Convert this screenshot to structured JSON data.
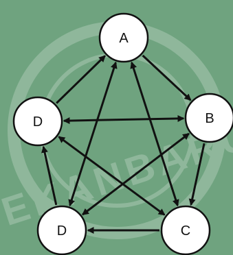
{
  "colors": {
    "background": "#6fa37f",
    "node_fill": "#ffffff",
    "stroke": "#111111",
    "watermark": "#ffffff"
  },
  "watermark": {
    "text": "PEKANBARU"
  },
  "nodes": [
    {
      "id": "n-top",
      "label": "A"
    },
    {
      "id": "n-right",
      "label": "B"
    },
    {
      "id": "n-bottom-right",
      "label": "C"
    },
    {
      "id": "n-bottom-left",
      "label": "D"
    },
    {
      "id": "n-left",
      "label": "D"
    }
  ],
  "edges": [
    {
      "from": "n-top",
      "to": "n-right",
      "direction": "forward"
    },
    {
      "from": "n-right",
      "to": "n-bottom-right",
      "direction": "forward"
    },
    {
      "from": "n-bottom-right",
      "to": "n-bottom-left",
      "direction": "forward"
    },
    {
      "from": "n-bottom-left",
      "to": "n-left",
      "direction": "forward"
    },
    {
      "from": "n-left",
      "to": "n-top",
      "direction": "forward"
    },
    {
      "from": "n-left",
      "to": "n-right",
      "direction": "both"
    },
    {
      "from": "n-top",
      "to": "n-bottom-left",
      "direction": "both"
    },
    {
      "from": "n-top",
      "to": "n-bottom-right",
      "direction": "both"
    },
    {
      "from": "n-left",
      "to": "n-bottom-right",
      "direction": "both"
    },
    {
      "from": "n-right",
      "to": "n-bottom-left",
      "direction": "both"
    }
  ]
}
